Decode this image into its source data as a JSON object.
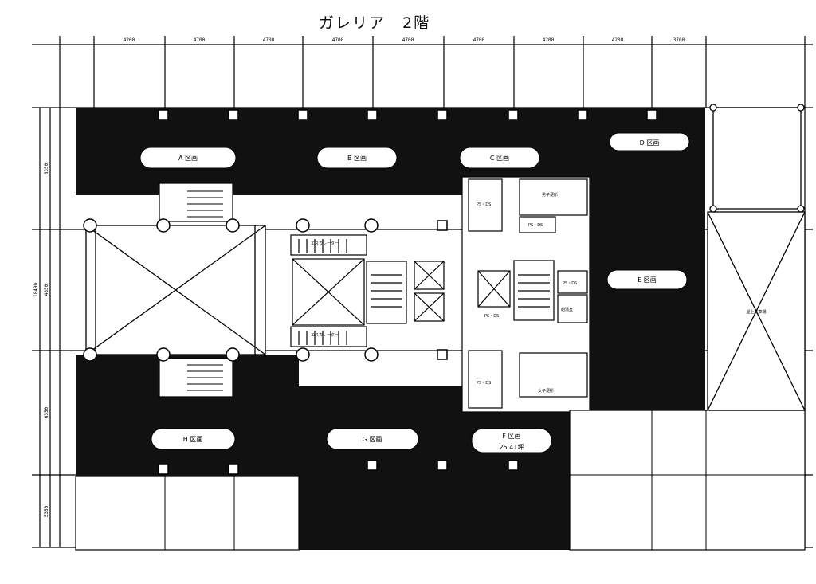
{
  "title": "ガレリア　2階",
  "dimensions": {
    "top": [
      "4200",
      "4700",
      "4700",
      "4700",
      "4700",
      "4700",
      "4200",
      "4200",
      "3700"
    ],
    "left": [
      "6350",
      "4850",
      "6350",
      "5350"
    ],
    "left_total": "18400"
  },
  "zones": {
    "a": "A 区画",
    "b": "B 区画",
    "c": "C 区画",
    "d": "D 区画",
    "e": "E 区画",
    "f": "F 区画",
    "f_area": "25.41坪",
    "g": "G 区画",
    "h": "H 区画"
  },
  "rooms": {
    "escalator_up": "エスカレーター",
    "escalator_down": "エスカレーター",
    "ps_ds_1": "PS・DS",
    "ps_ds_2": "PS・DS",
    "ps_ds_3": "PS・DS",
    "ps_ds_4": "PS・DS",
    "ps_ds_5": "PS・DS",
    "mens_toilet": "男子便所",
    "womens_toilet": "女子便所",
    "kitchenette": "給湯室",
    "rooftop": "屋上駐車場"
  }
}
